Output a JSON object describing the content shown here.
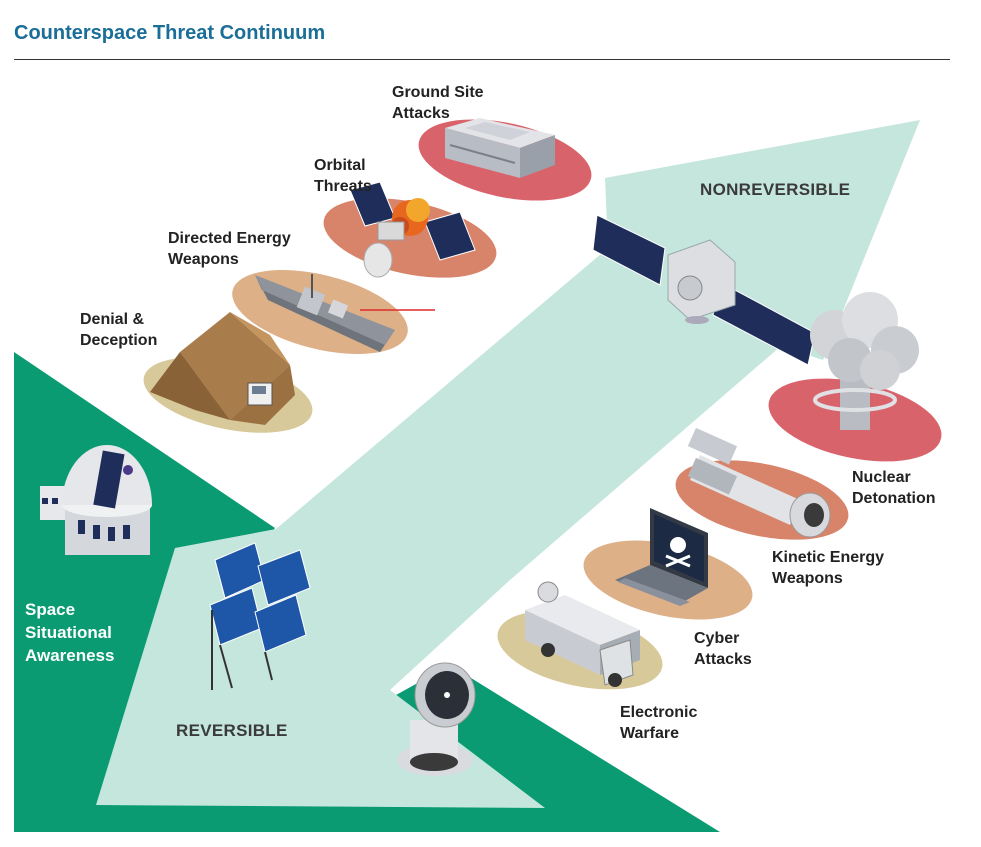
{
  "title": "Counterspace Threat Continuum",
  "labels": {
    "nonreversible": "NONREVERSIBLE",
    "reversible": "REVERSIBLE",
    "ssa": [
      "Space",
      "Situational",
      "Awareness"
    ],
    "ground_site": [
      "Ground Site",
      "Attacks"
    ],
    "orbital": [
      "Orbital",
      "Threats"
    ],
    "directed_energy": [
      "Directed Energy",
      "Weapons"
    ],
    "denial": [
      "Denial &",
      "Deception"
    ],
    "nuclear": [
      "Nuclear",
      "Detonation"
    ],
    "kinetic": [
      "Kinetic Energy",
      "Weapons"
    ],
    "cyber": [
      "Cyber",
      "Attacks"
    ],
    "electronic": [
      "Electronic",
      "Warfare"
    ]
  },
  "colors": {
    "title": "#1a6e98",
    "green": "#0a9b73",
    "mint": "#c5e6dc",
    "red_ellipse": "#d9636a",
    "salmon_ellipse": "#d8846a",
    "tan_ellipse": "#ddb088",
    "olive_ellipse": "#d8c99a"
  },
  "icons": [
    "ground-site-building-icon",
    "exploding-satellite-icon",
    "warship-laser-icon",
    "camouflage-tent-icon",
    "satellite-icon",
    "mushroom-cloud-icon",
    "missile-icon",
    "hacked-laptop-icon",
    "jamming-truck-icon",
    "radar-dish-icon",
    "solar-panel-array-icon",
    "observatory-icon"
  ]
}
